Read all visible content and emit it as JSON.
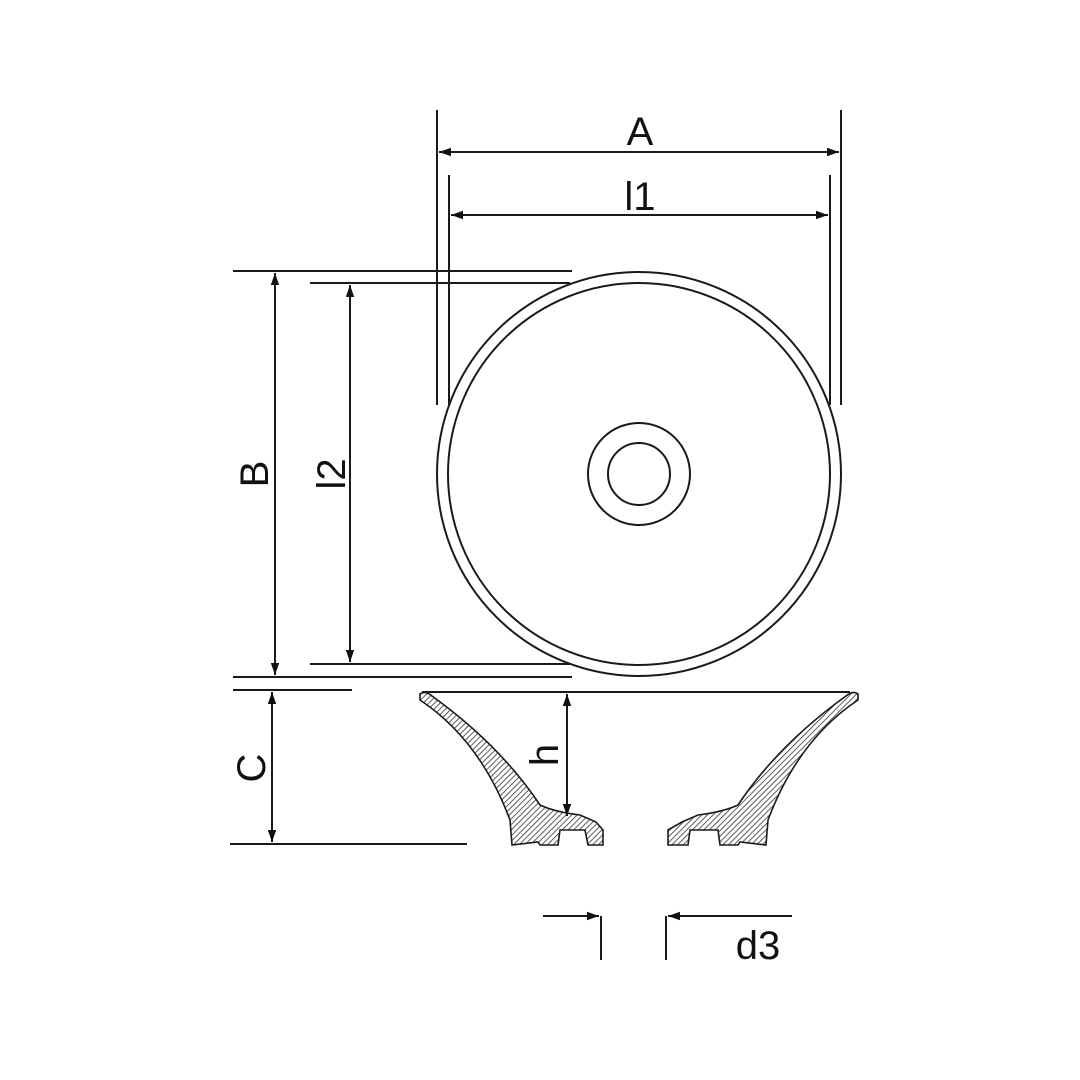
{
  "drawing": {
    "title": "Washbasin dimension drawing",
    "labels": {
      "A": "A",
      "l1": "l1",
      "B": "B",
      "l2": "l2",
      "C": "C",
      "h": "h",
      "d3": "d3"
    }
  }
}
